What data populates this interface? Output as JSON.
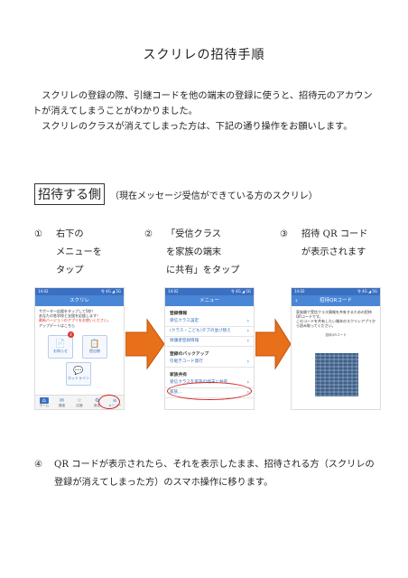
{
  "title": "スクリレの招待手順",
  "intro": {
    "p1": "スクリレの登録の際、引継コードを他の端末の登録に使うと、招待元のアカウントが消えてしまうことがわかりました。",
    "p2": "スクリレのクラスが消えてしまった方は、下記の通り操作をお願いします。"
  },
  "section": {
    "label": "招待する側",
    "note": "（現在メッセージ受信ができている方のスクリレ）"
  },
  "steps": [
    {
      "num": "①",
      "lines": [
        "右下の",
        "メニューを",
        "タップ"
      ]
    },
    {
      "num": "②",
      "lines": [
        "「受信クラス",
        "を家族の端末",
        "に共有」をタップ"
      ]
    },
    {
      "num": "③",
      "lines": [
        "招待 QR コード",
        "が表示されます"
      ]
    }
  ],
  "step4": {
    "num": "④",
    "text": "QR コードが表示されたら、それを表示したまま、招待される方（スクリレの登録が消えてしまった方）のスマホ操作に移ります。"
  },
  "phone1": {
    "status_left": "14:02",
    "status_right": "令 4G ◢ 5G",
    "title": "スクリレ",
    "msg_lines": [
      "サポーター応援をタップして5秒！",
      "あなたの各学校と支援を応援します！",
      "最新バージョンのアプリをお使いください。",
      "アップデートはこちら"
    ],
    "tiles": [
      {
        "label": "お知らせ",
        "icon": "📄"
      },
      {
        "label": "提出物",
        "icon": "📋"
      },
      {
        "label": "ホットライン",
        "icon": "💬"
      }
    ],
    "badge": "4",
    "tabs": [
      {
        "label": "ホーム",
        "icon": "⌂"
      },
      {
        "label": "連絡",
        "icon": "✉"
      },
      {
        "label": "応援",
        "icon": "☆"
      },
      {
        "label": "設定",
        "icon": "⚙"
      },
      {
        "label": "メニュー",
        "icon": "≡"
      }
    ]
  },
  "phone2": {
    "status_left": "14:02",
    "status_right": "令 4G ◢ 5G",
    "title": "メニュー",
    "groups": [
      {
        "head": "登録情報",
        "items": [
          "受信クラス設定",
          "(クラス・こども)タブの並び替え",
          "保護者登録情報"
        ]
      },
      {
        "head": "登録のバックアップ",
        "items": [
          "引継ぎコード発行"
        ]
      },
      {
        "head": "家族共有",
        "items": [
          "受信クラスを家族の端末に共有",
          "家族…"
        ]
      }
    ]
  },
  "phone3": {
    "status_left": "14:02",
    "status_right": "令 4G ◢ 5G",
    "title": "招待QRコード",
    "text_lines": [
      "家族間で受信クラス情報を共有するための招待QRコードです。",
      "このコードを共有したい端末のスクリレアプリから読み取ってください。"
    ],
    "qr_label": "招待QRコード"
  },
  "colors": {
    "app_blue": "#4a86d6",
    "highlight_red": "#d62020",
    "arrow_orange": "#e8701a"
  }
}
